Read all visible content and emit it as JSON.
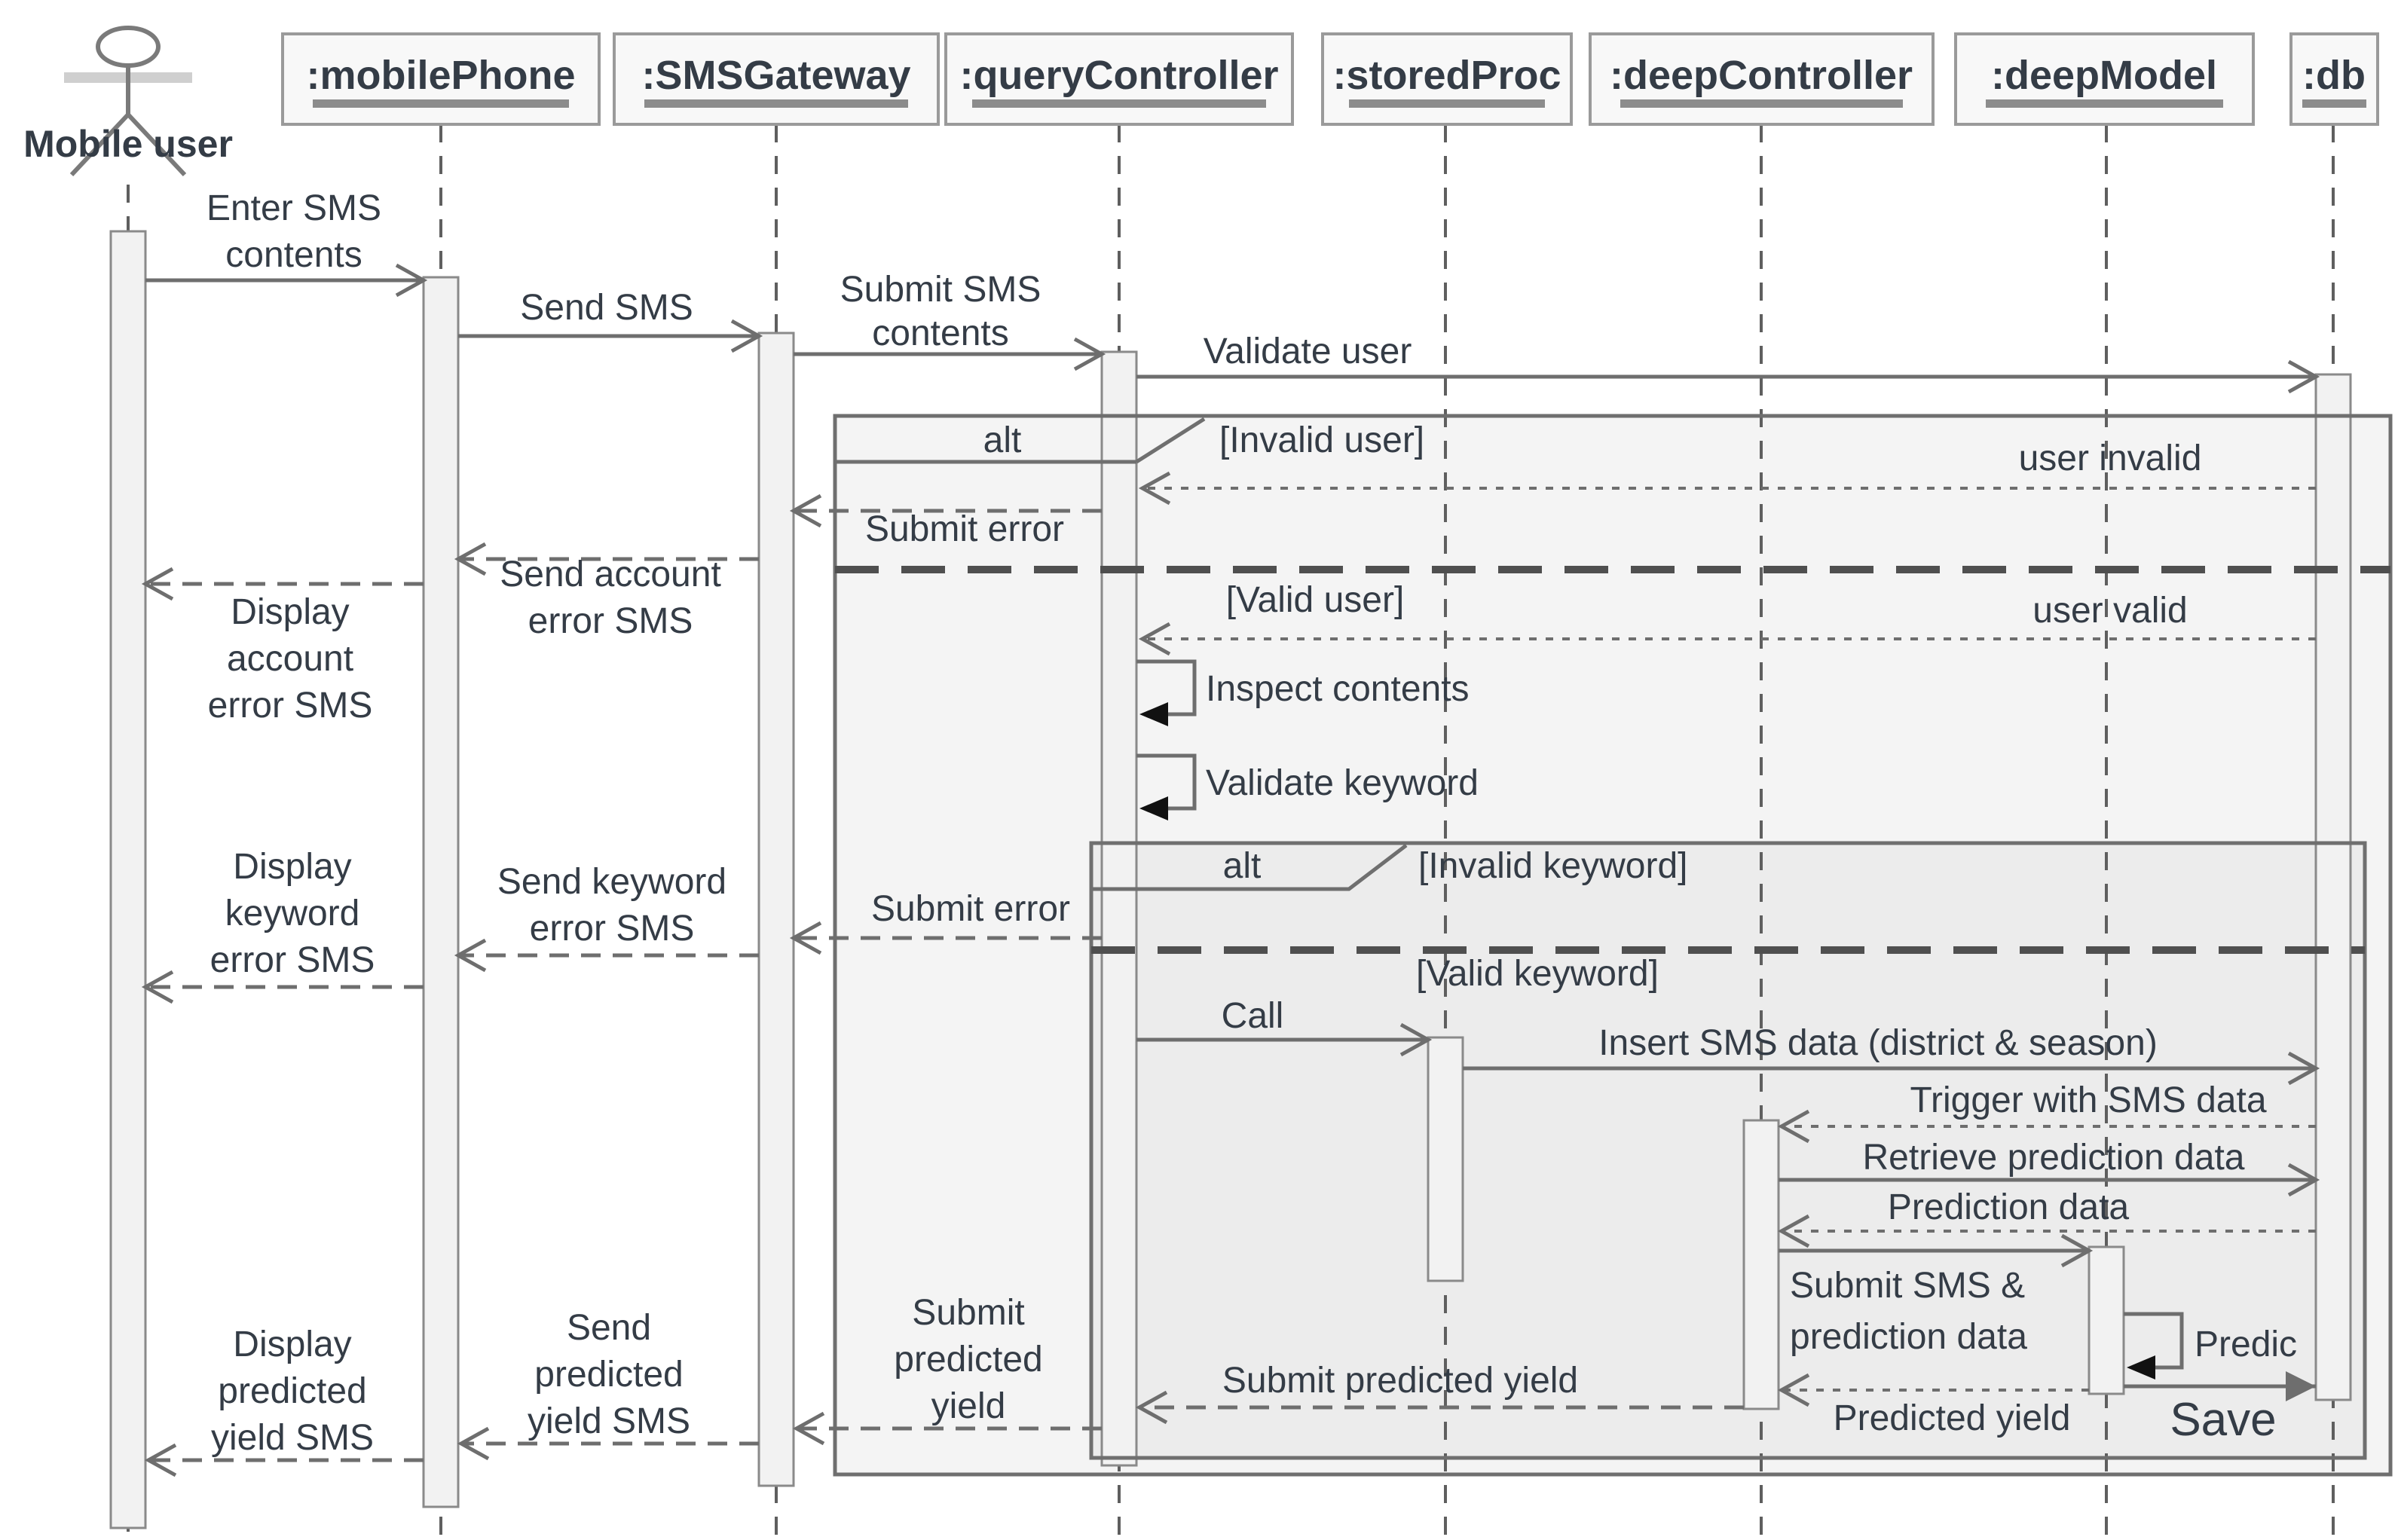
{
  "diagram_type": "uml-sequence-diagram",
  "colors": {
    "line": "#6e6e6e",
    "text": "#343c46",
    "activation_fill": "#f2f2f2",
    "header_fill": "#f8f8f8",
    "fragment_tint": "rgba(0,0,0,0.045)"
  },
  "actor": {
    "name": "Mobile user"
  },
  "lifelines": [
    ":mobilePhone",
    ":SMSGateway",
    ":queryController",
    ":storedProc",
    ":deepController",
    ":deepModel",
    ":db"
  ],
  "fragments": {
    "outer": {
      "operator": "alt",
      "guard_invalid": "[Invalid user]",
      "guard_valid": "[Valid user]"
    },
    "inner": {
      "operator": "alt",
      "guard_invalid": "[Invalid keyword]",
      "guard_valid": "[Valid keyword]"
    }
  },
  "messages": {
    "enter_sms": {
      "l1": "Enter SMS",
      "l2": "contents"
    },
    "send_sms": "Send SMS",
    "submit_sms": {
      "l1": "Submit SMS",
      "l2": "contents"
    },
    "validate_user": "Validate user",
    "user_invalid": "user invalid",
    "submit_error_1": "Submit error",
    "send_account_error": {
      "l1": "Send account",
      "l2": "error SMS"
    },
    "display_account_error": {
      "l1": "Display",
      "l2": "account",
      "l3": "error SMS"
    },
    "user_valid": "user valid",
    "inspect_contents": "Inspect contents",
    "validate_keyword": "Validate keyword",
    "submit_error_2": "Submit error",
    "send_keyword_error": {
      "l1": "Send keyword",
      "l2": "error SMS"
    },
    "display_keyword_error": {
      "l1": "Display",
      "l2": "keyword",
      "l3": "error SMS"
    },
    "call": "Call",
    "insert_sms_data": "Insert SMS data (district & season)",
    "trigger_with_sms_data": "Trigger with SMS data",
    "retrieve_prediction_data": "Retrieve prediction data",
    "prediction_data": "Prediction data",
    "submit_sms_prediction": {
      "l1": "Submit SMS &",
      "l2": "prediction data"
    },
    "predict": "Predic",
    "save": "Save",
    "predicted_yield": "Predicted yield",
    "submit_predicted_yield": "Submit predicted yield",
    "submit_predicted_yield_block": {
      "l1": "Submit",
      "l2": "predicted",
      "l3": "yield"
    },
    "send_predicted_yield": {
      "l1": "Send",
      "l2": "predicted",
      "l3": "yield SMS"
    },
    "display_predicted_yield": {
      "l1": "Display",
      "l2": "predicted",
      "l3": "yield SMS"
    }
  }
}
